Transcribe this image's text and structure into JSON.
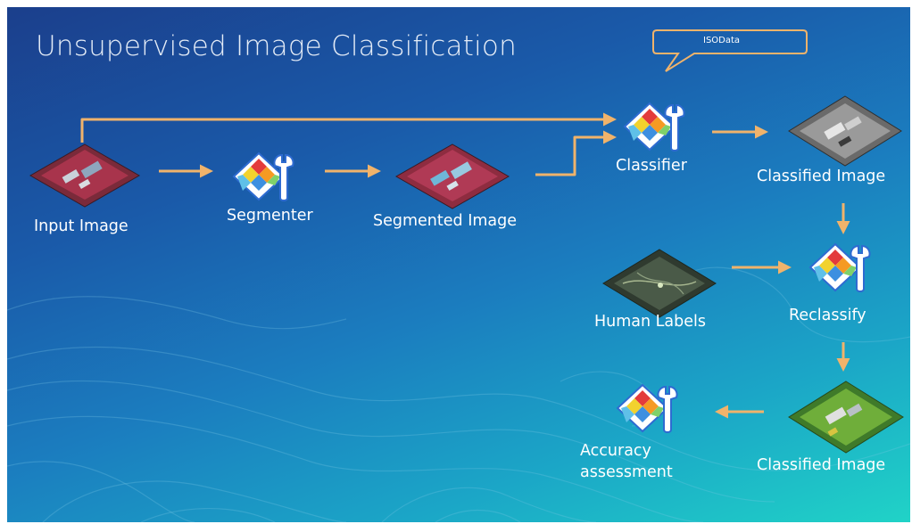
{
  "title": "Unsupervised Image Classification",
  "callout": "ISOData",
  "labels": {
    "input_image": "Input Image",
    "segmenter": "Segmenter",
    "segmented_image": "Segmented Image",
    "classifier": "Classifier",
    "classified_image_1": "Classified Image",
    "human_labels": "Human Labels",
    "reclassify": "Reclassify",
    "classified_image_2": "Classified Image",
    "accuracy_assessment_line1": "Accuracy",
    "accuracy_assessment_line2": "assessment"
  },
  "colors": {
    "arrow": "#f0b36b",
    "background_top": "#1b3f8c",
    "background_bottom": "#20d3c7",
    "tool_border": "#2e6bd1"
  },
  "icons": {
    "tool": "raster-classification-tool-icon",
    "imagery": "satellite-imagery-tile"
  }
}
